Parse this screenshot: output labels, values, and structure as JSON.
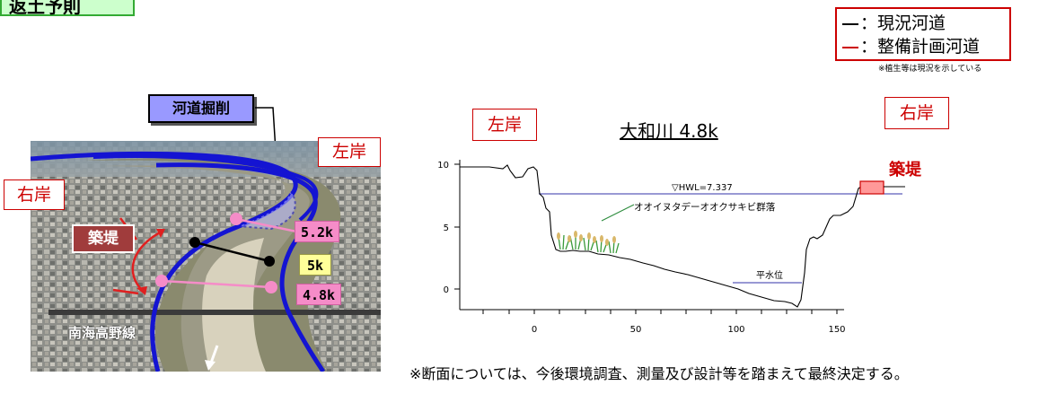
{
  "corner_tag": "返土予則",
  "legend": {
    "rows": [
      {
        "label": "：現況河道",
        "color": "#000000"
      },
      {
        "label": "：整備計画河道",
        "color": "#cc0000"
      }
    ],
    "note": "※植生等は現況を示している"
  },
  "photo_panel": {
    "excavation_label": "河道掘削",
    "left_bank_label": "左岸",
    "right_bank_label": "右岸",
    "levee_label": "築堤",
    "railway_label": "南海高野線",
    "km_labels": [
      "5.2k",
      "5k",
      "4.8k"
    ],
    "colors": {
      "river_line": "#1414d2",
      "pink_marker": "#f58cc8",
      "levee_box": "#a03c3c",
      "excavation_box": "#9999ff"
    }
  },
  "cross_section": {
    "title": "大和川 4.8k",
    "left_bank_label": "左岸",
    "right_bank_label": "右岸",
    "levee_label": "築堤",
    "hwl_label": "▽HWL=7.337",
    "vegetation_label": "オオイヌタデーオオクサキビ群落",
    "water_level_label": "平水位",
    "y_ticks": [
      "10",
      "5",
      "0"
    ],
    "x_ticks": [
      "0",
      "50",
      "100",
      "150"
    ]
  },
  "footnote": "※断面については、今後環境調査、測量及び設計等を踏まえて最終決定する。"
}
